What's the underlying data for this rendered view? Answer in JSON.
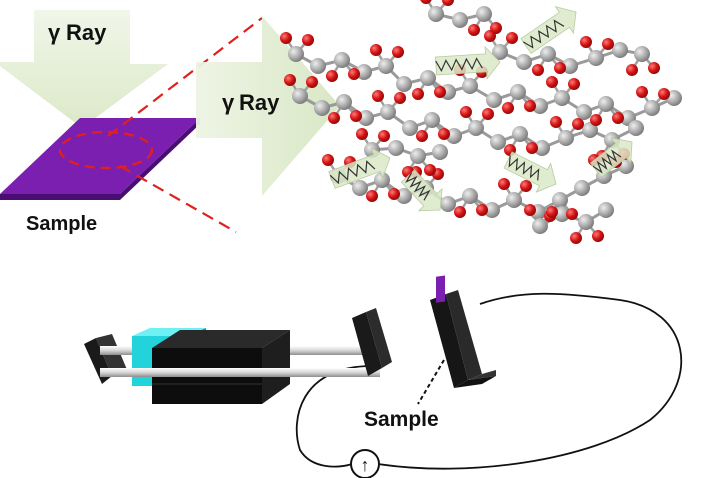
{
  "top_left": {
    "ray_symbol": "γ",
    "ray_word": "Ray",
    "sample_label": "Sample"
  },
  "top_right": {
    "ray_symbol": "γ",
    "ray_word": "Ray"
  },
  "bottom": {
    "sample_label": "Sample",
    "meter_symbol": "↑"
  },
  "colors": {
    "sample_purple": "#7a1fb0",
    "arrow_green": "#e2ecd2",
    "oxygen_red": "#cc1010",
    "carbon_gray": "#a8a8a8",
    "cyan_block": "#22d3dc",
    "device_black": "#111111"
  },
  "icons": [
    "gamma-ray-arrow",
    "molecular-chain",
    "phonon-wave-arrow",
    "sliding-stage-device",
    "ammeter-icon"
  ]
}
